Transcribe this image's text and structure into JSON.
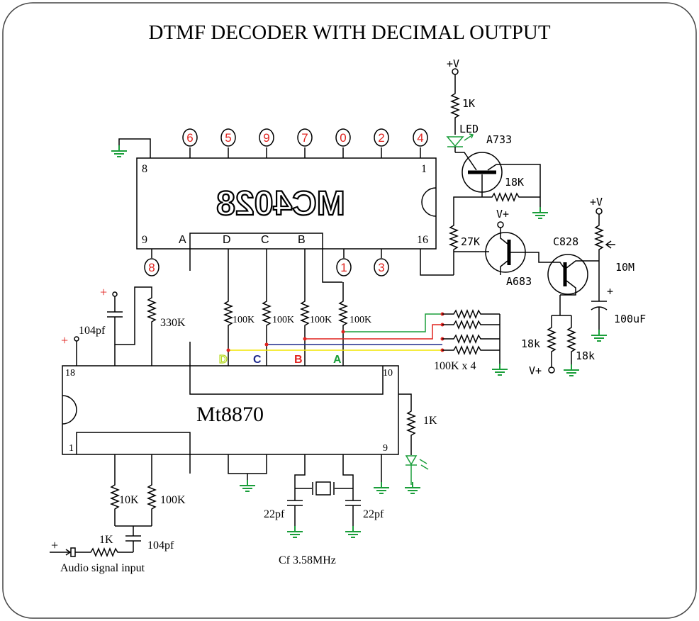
{
  "title": "DTMF DECODER WITH DECIMAL OUTPUT",
  "colors": {
    "wire": "#000000",
    "ground": "#1a9e3a",
    "pin_red": "#e0231f",
    "wire_green": "#1a9e3a",
    "wire_red": "#e0231f",
    "wire_blue": "#1f2a8c",
    "wire_yellow": "#f2e600",
    "label_d": "#b4d91c",
    "label_c": "#1f2a8c",
    "label_b": "#e0231f",
    "label_a": "#1a9e3a"
  },
  "mc4028": {
    "name": "MC4028",
    "pin8": "8",
    "pin1": "1",
    "pin9": "9",
    "pin16": "16",
    "in_a": "A",
    "in_d": "D",
    "in_c": "C",
    "in_b": "B",
    "top_outputs": [
      "6",
      "5",
      "9",
      "7",
      "0",
      "2",
      "4"
    ],
    "bottom_outputs": [
      "8",
      "1",
      "3"
    ]
  },
  "mt8870": {
    "name": "Mt8870",
    "pin18": "18",
    "pin10": "10",
    "pin1": "1",
    "pin9": "9",
    "out_d": "D",
    "out_c": "C",
    "out_b": "B",
    "out_a": "A"
  },
  "labels": {
    "vplus_top": "+V",
    "r_1k_top": "1K",
    "led": "LED",
    "a733": "A733",
    "r_18k": "18K",
    "vplus_small": "V+",
    "r_27k": "27K",
    "a683": "A683",
    "c828": "C828",
    "vplus_right": "+V",
    "pot_10m": "10M",
    "cap_100uf": "100uF",
    "plus_cap": "+",
    "r_18k_low_a": "18k",
    "r_18k_low_b": "18k",
    "vplus_bottom": "V+",
    "pull_100k_1": "100K",
    "pull_100k_2": "100K",
    "pull_100k_3": "100K",
    "pull_100k_4": "100K",
    "r_bank": "100K x 4",
    "plus_top": "+",
    "cap_104pf": "104pf",
    "r_330k": "330K",
    "plus_left": "+",
    "r_1k_led": "1K",
    "r_10k": "10K",
    "r_100k_in": "100K",
    "r_1k_in": "1K",
    "cap_104pf_in": "104pf",
    "audio_plus": "+",
    "audio_input": "Audio signal input",
    "cap_22pf_l": "22pf",
    "cap_22pf_r": "22pf",
    "crystal": "Cf 3.58MHz"
  }
}
